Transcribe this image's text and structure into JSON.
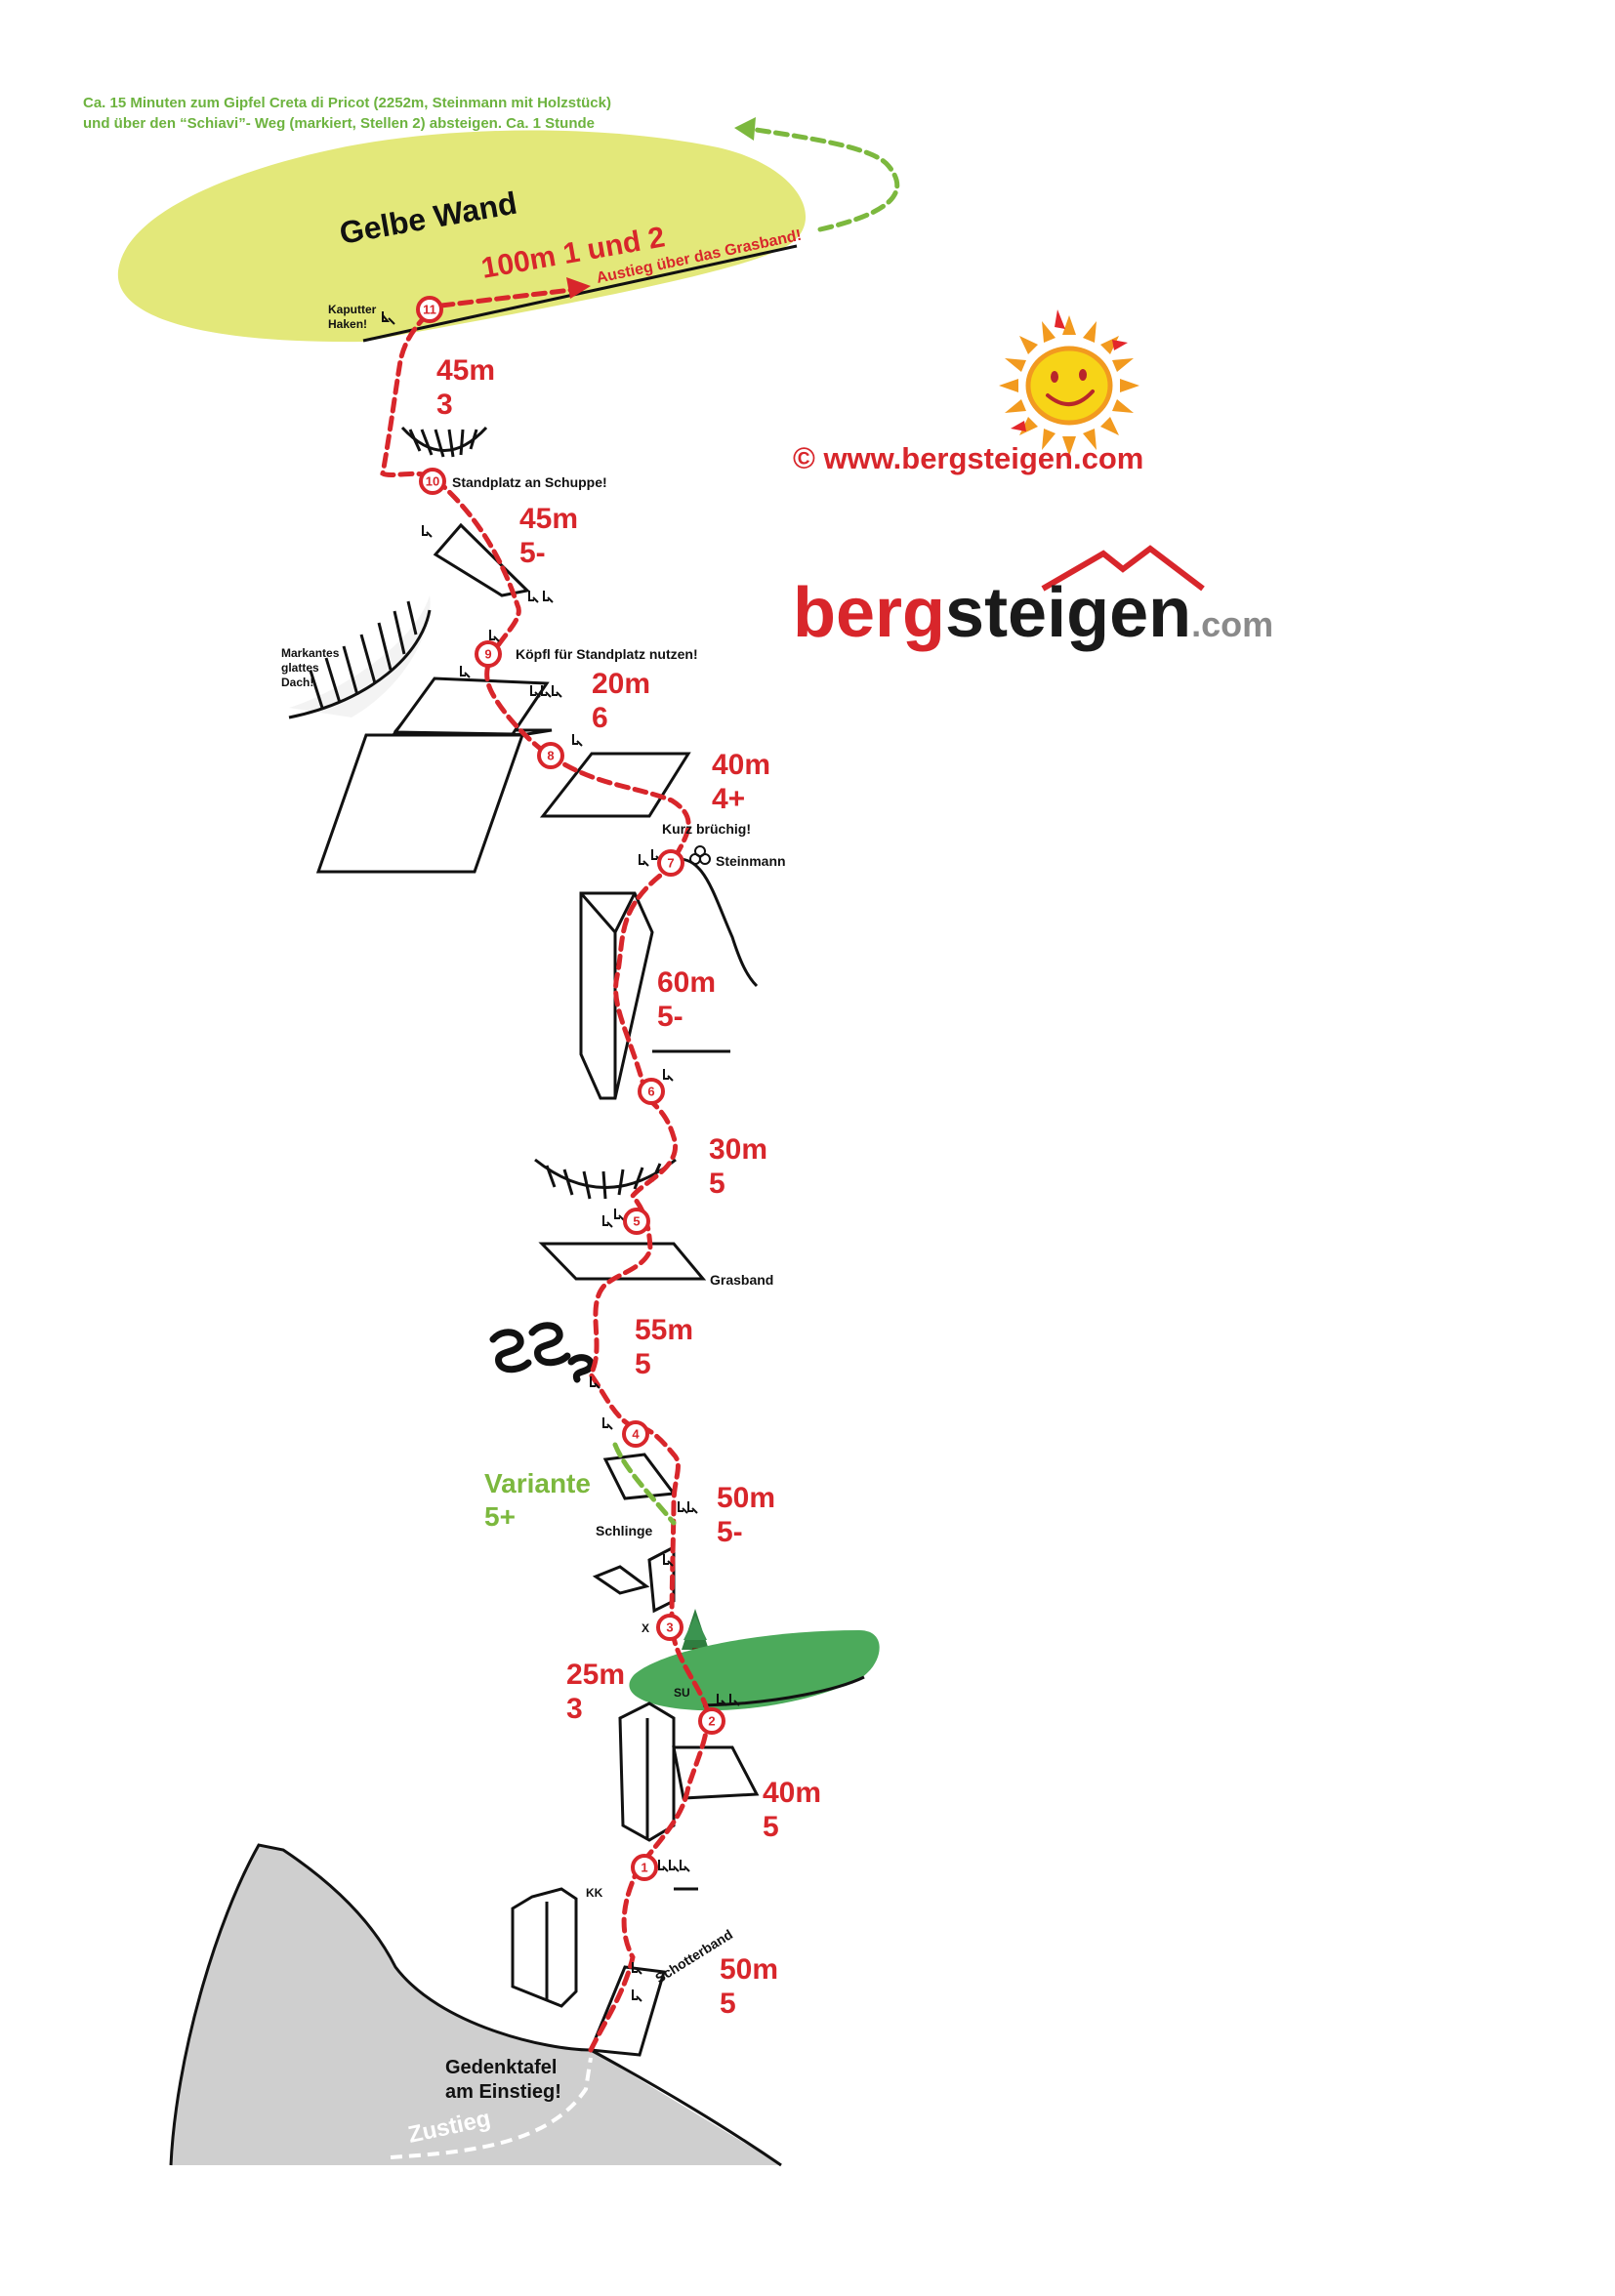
{
  "colors": {
    "route_red": "#d8262b",
    "variant_green": "#7cb83e",
    "yellow_wall": "#e3e87a",
    "grass_green": "#4caa5b",
    "approach_grey": "#cfcfcf",
    "logo_grey": "#8a8a8a"
  },
  "descent_note": {
    "line1": "Ca. 15 Minuten zum Gipfel Creta di Pricot (2252m, Steinmann mit Holzstück)",
    "line2": "und über den “Schiavi”- Weg (markiert, Stellen 2) absteigen. Ca. 1 Stunde"
  },
  "wall": {
    "name": "Gelbe Wand",
    "exit_pitch": "100m 1 und 2",
    "exit_note": "Austieg über das Grasband!",
    "broken_peg": [
      "Kaputter",
      "Haken!"
    ]
  },
  "branding": {
    "copyright": "©  www.bergsteigen.com",
    "logo_red": "berg",
    "logo_black": "steigen",
    "logo_suffix": ".com",
    "sun_icon": "smiling-sun-icon",
    "mountain_icon": "mountain-peaks-icon"
  },
  "belays": [
    "1",
    "2",
    "3",
    "4",
    "5",
    "6",
    "7",
    "8",
    "9",
    "10",
    "11"
  ],
  "pitches": [
    {
      "length": "50m",
      "grade": "5"
    },
    {
      "length": "40m",
      "grade": "5"
    },
    {
      "length": "25m",
      "grade": "3"
    },
    {
      "length": "50m",
      "grade": "5-"
    },
    {
      "length": "55m",
      "grade": "5"
    },
    {
      "length": "30m",
      "grade": "5"
    },
    {
      "length": "60m",
      "grade": "5-"
    },
    {
      "length": "40m",
      "grade": "4+"
    },
    {
      "length": "20m",
      "grade": "6"
    },
    {
      "length": "45m",
      "grade": "5-"
    },
    {
      "length": "45m",
      "grade": "3"
    }
  ],
  "variant": {
    "label": "Variante",
    "grade": "5+"
  },
  "labels": {
    "belay10": "Standplatz an Schuppe!",
    "belay9": "Köpfl für Standplatz nutzen!",
    "roof": [
      "Markantes",
      "glattes",
      "Dach!"
    ],
    "brittle": "Kurz brüchig!",
    "cairn": "Steinmann",
    "grass_ledge": "Grasband",
    "sling": "Schlinge",
    "x_mark": "X",
    "su_mark": "SU",
    "kk_mark": "KK",
    "scree_ledge": "Schotterband",
    "plaque": [
      "Gedenktafel",
      "am Einstieg!"
    ],
    "approach": "Zustieg"
  }
}
